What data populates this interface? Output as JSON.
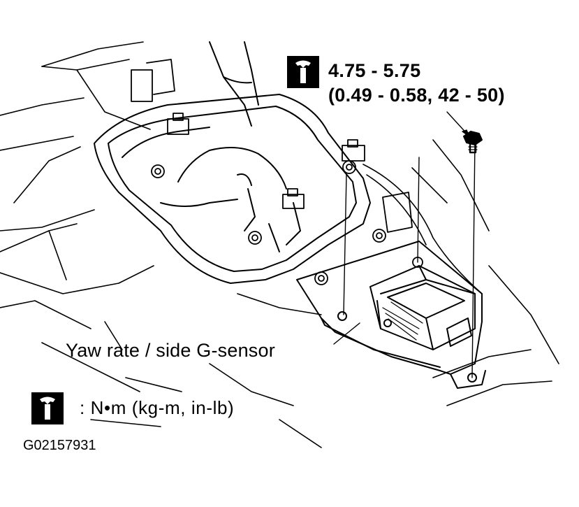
{
  "torque_spec": {
    "line1": "4.75 - 5.75",
    "line2": "(0.49 - 0.58, 42 - 50)",
    "icon": "torque-wrench-icon"
  },
  "callouts": {
    "sensor": "Yaw rate / side G-sensor"
  },
  "legend": {
    "icon": "torque-wrench-icon",
    "text": ":  N•m  (kg-m,  in-lb)"
  },
  "figure_id": "G02157931",
  "colors": {
    "ink": "#000000",
    "paper": "#ffffff"
  }
}
